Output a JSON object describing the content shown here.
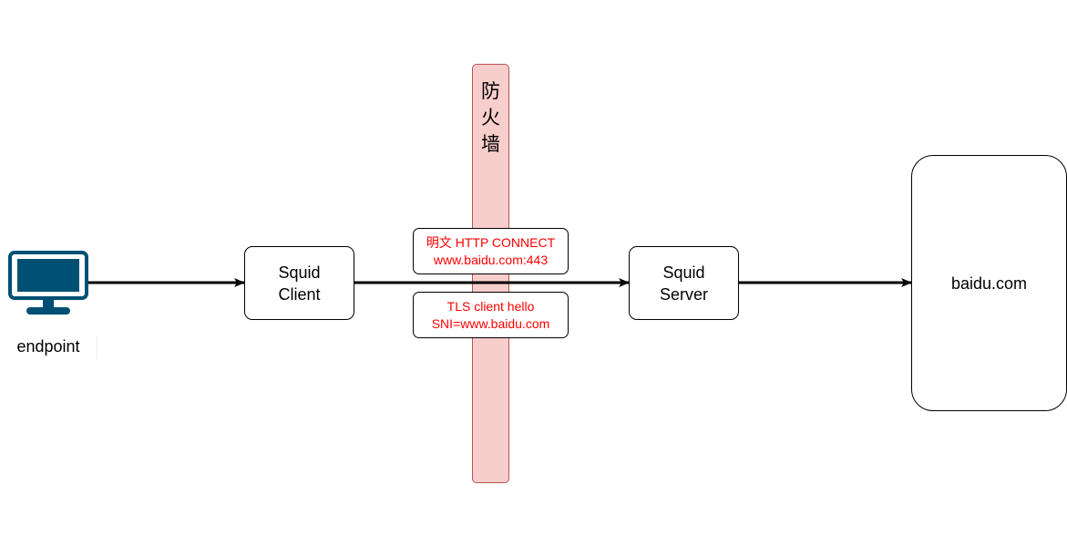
{
  "firewall": {
    "label": [
      "防",
      "火",
      "墙"
    ],
    "fill": "#f8cecc",
    "stroke": "#b85450"
  },
  "endpoint": {
    "label": "endpoint",
    "icon": "monitor-icon",
    "color": "#005073"
  },
  "squid_client": {
    "line1": "Squid",
    "line2": "Client"
  },
  "squid_server": {
    "line1": "Squid",
    "line2": "Server"
  },
  "baidu": {
    "label": "baidu.com"
  },
  "label_http": {
    "line1": "明文 HTTP CONNECT",
    "line2": "www.baidu.com:443"
  },
  "label_tls": {
    "line1": "TLS client hello",
    "line2": "SNI=www.baidu.com"
  },
  "label_color": "#ff0000"
}
